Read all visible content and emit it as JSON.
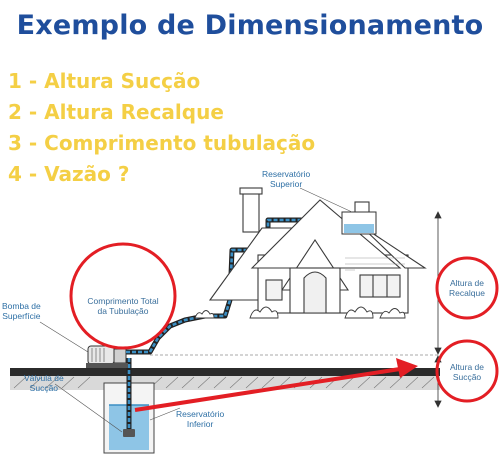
{
  "title": "Exemplo de Dimensionamento",
  "items": [
    "1 - Altura Sucção",
    "2 - Altura Recalque",
    "3 - Comprimento tubulação",
    "4 - Vazão ?"
  ],
  "labels": {
    "reservatorio_superior": [
      "Reservatório",
      "Superior"
    ],
    "comprimento_total": [
      "Comprimento Total",
      "da Tubulação"
    ],
    "bomba_superficie": [
      "Bomba de",
      "Superfície"
    ],
    "valvula_succao": [
      "Válvula de",
      "Sucção"
    ],
    "reservatorio_inferior": [
      "Reservatório",
      "Inferior"
    ],
    "altura_recalque": [
      "Altura de",
      "Recalque"
    ],
    "altura_succao": [
      "Altura de",
      "Sucção"
    ]
  },
  "colors": {
    "title": "#1f4e9c",
    "items": "#f4cf45",
    "pipe": "#3b8fc4",
    "red": "#e31e24",
    "label": "#2d6fa5"
  }
}
